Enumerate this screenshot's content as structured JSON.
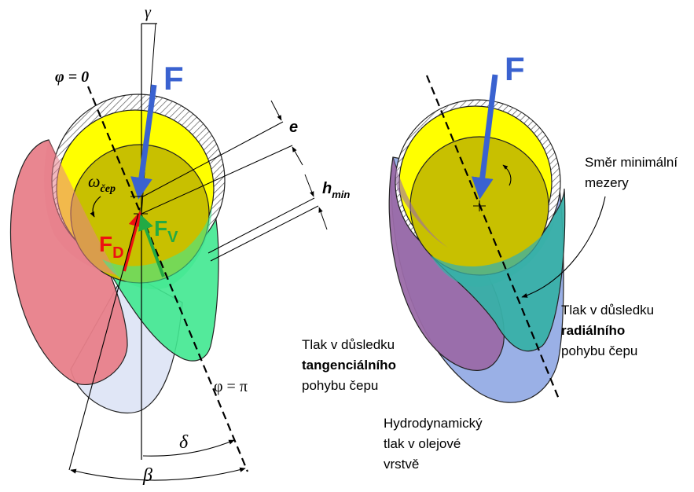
{
  "left_diagram": {
    "gamma": "γ",
    "phi_zero": "φ = 0",
    "phi_pi": "φ = π",
    "force": "F",
    "eccentricity": "e",
    "h_min_main": "h",
    "h_min_sub": "min",
    "omega_main": "ω",
    "omega_sub": "čep",
    "fd_main": "F",
    "fd_sub": "D",
    "fv_main": "F",
    "fv_sub": "V",
    "delta": "δ",
    "beta": "β"
  },
  "right_diagram": {
    "force": "F",
    "min_gap_line1": "Směr minimální",
    "min_gap_line2": "mezery",
    "radial_line1": "Tlak v důsledku",
    "radial_line2": "radiálního",
    "radial_line3": "pohybu čepu",
    "tangential_line1": "Tlak v důsledku",
    "tangential_line2": "tangenciálního",
    "tangential_line3": "pohybu čepu",
    "hydro_line1": "Hydrodynamický",
    "hydro_line2": "tlak v olejové",
    "hydro_line3": "vrstvě"
  },
  "colors": {
    "yellow": "#ffff00",
    "journal": "#c8c000",
    "red_pressure": "#e8808a",
    "green_pressure": "#40e890",
    "blue_pressure": "#e0e6f6",
    "purple_pressure": "#9a6aa8",
    "teal_pressure": "#38b0a8",
    "lightblue_pressure": "#9ab0e6",
    "force_arrow": "#3a62d0",
    "fd_arrow": "#ee1111",
    "fv_arrow": "#22aa44"
  }
}
